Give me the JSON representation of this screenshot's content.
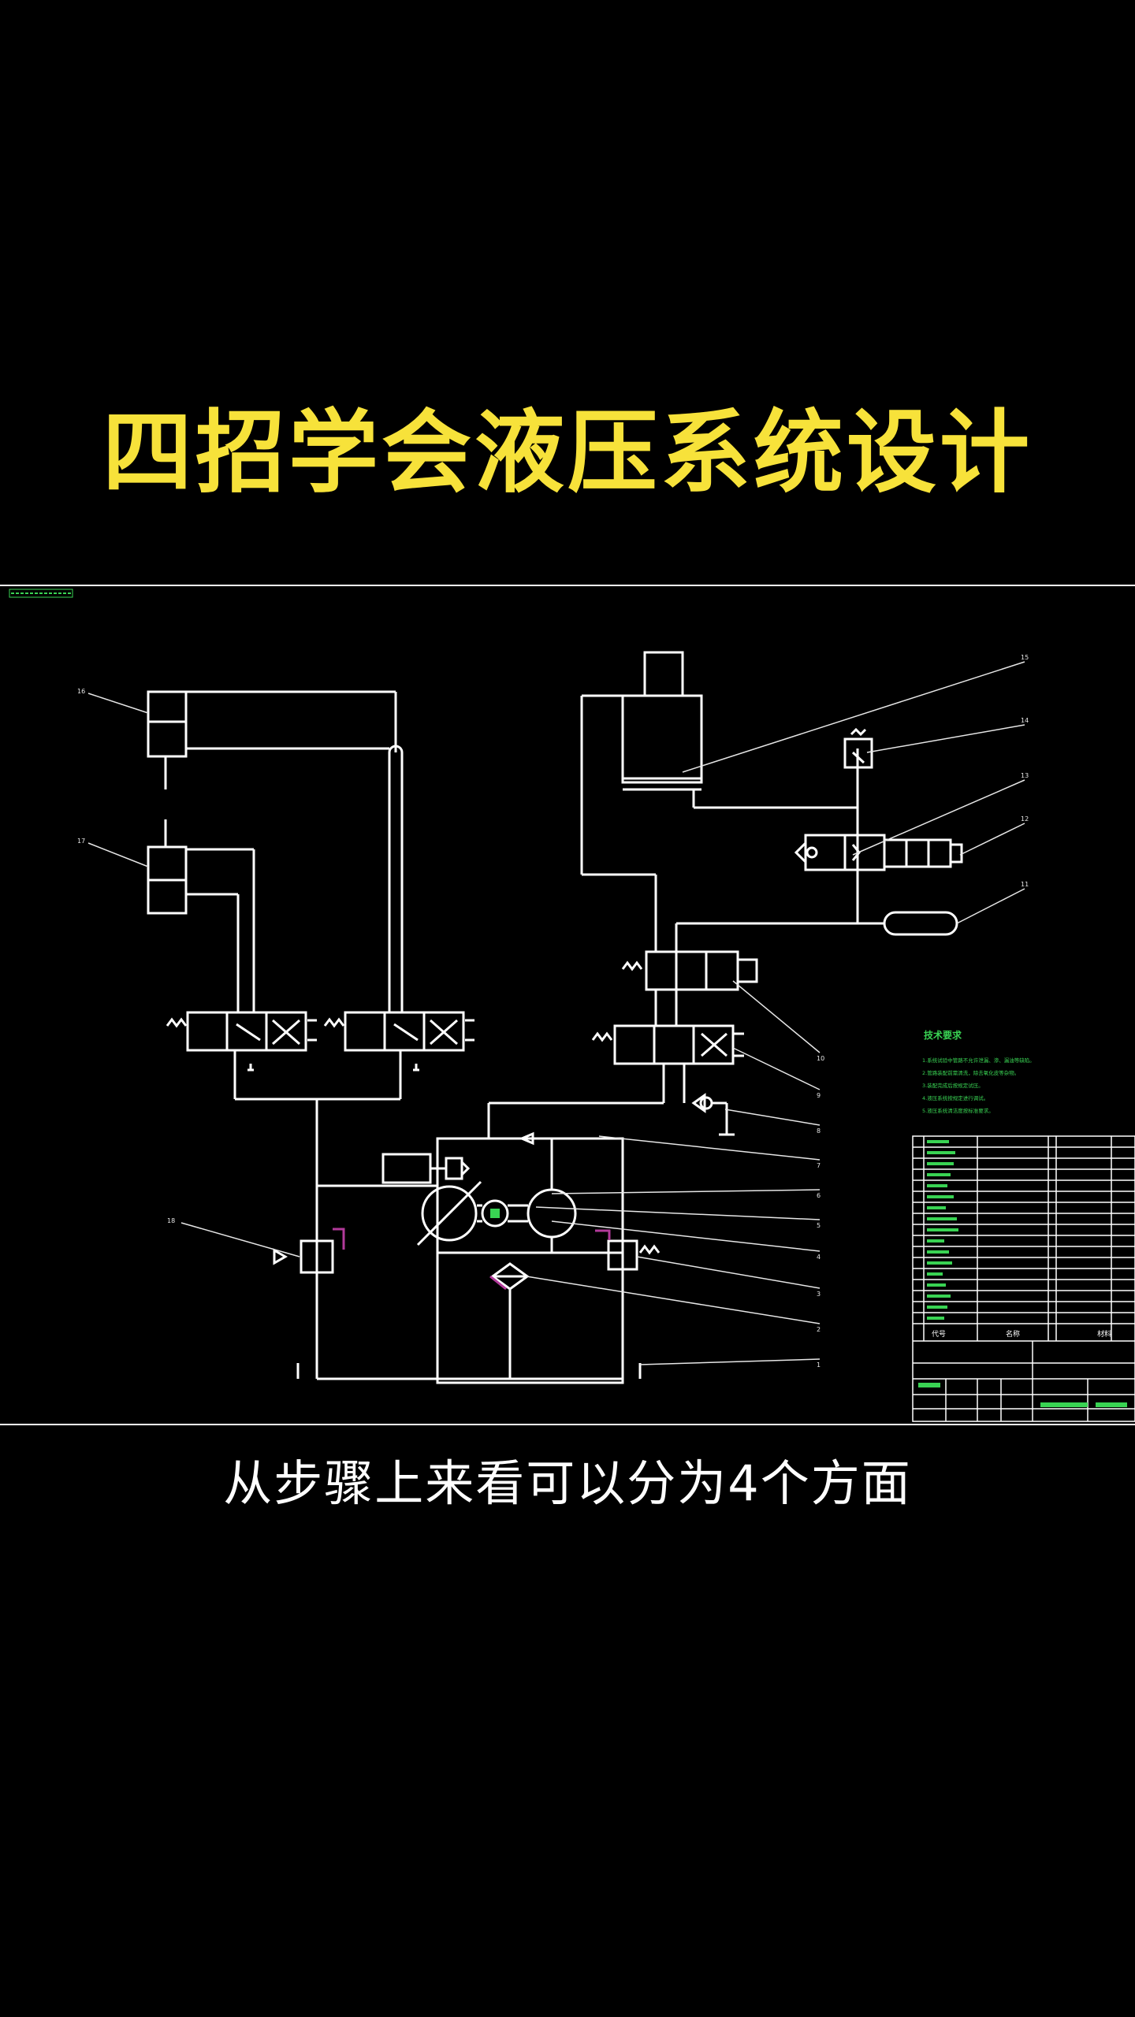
{
  "title": {
    "text": "四招学会液压系统设计",
    "color": "#F7E23A"
  },
  "subtitle": {
    "text": "从步骤上来看可以分为4个方面",
    "color": "#FFFFFF"
  },
  "drawing": {
    "line_color": "#FFFFFF",
    "leader_color": "#E6E6E6",
    "highlight_color": "#B23A9A",
    "text_color": "#39D353",
    "tech_requirements": {
      "heading": "技术要求",
      "items": [
        "1.系统试验中管路不允许泄漏、渗、漏油等缺陷。",
        "2.管路装配前需清洗，除去氧化皮等杂物。",
        "3.装配完成后按规定试压。",
        "4.液压系统按规定进行调试。",
        "5.液压系统清洁度按标准要求。"
      ]
    },
    "callouts": [
      "16",
      "17",
      "18",
      "15",
      "14",
      "13",
      "12",
      "11",
      "10",
      "9",
      "8",
      "7",
      "6",
      "5",
      "4",
      "3",
      "2",
      "1"
    ],
    "title_block": {
      "col_code": "代号",
      "col_name": "名称",
      "col_material": "材料"
    }
  }
}
